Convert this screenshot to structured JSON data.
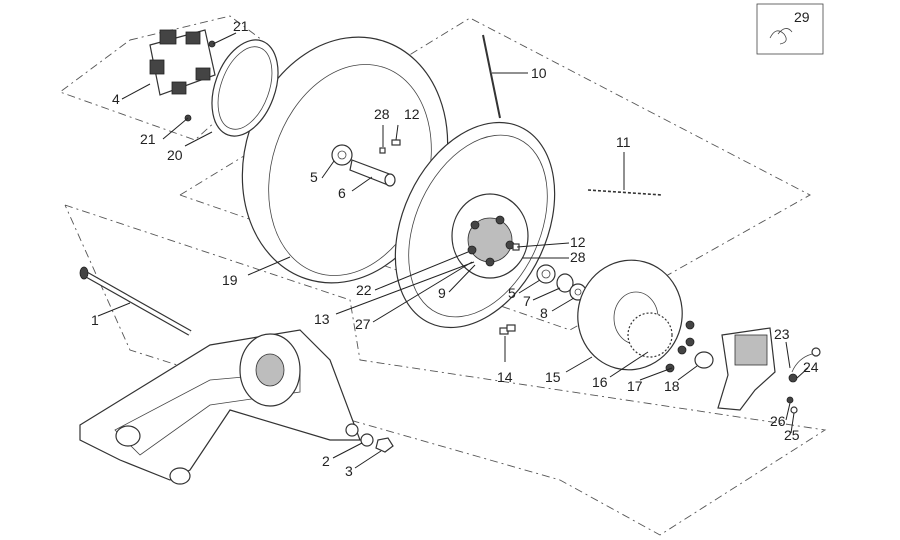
{
  "callouts": {
    "c1": "1",
    "c2": "2",
    "c3": "3",
    "c4": "4",
    "c5a": "5",
    "c5b": "5",
    "c6": "6",
    "c7": "7",
    "c8": "8",
    "c9": "9",
    "c10": "10",
    "c11": "11",
    "c12a": "12",
    "c12b": "12",
    "c13": "13",
    "c14": "14",
    "c15": "15",
    "c16": "16",
    "c17": "17",
    "c18": "18",
    "c19": "19",
    "c20": "20",
    "c21a": "21",
    "c21b": "21",
    "c22": "22",
    "c23": "23",
    "c24": "24",
    "c25": "25",
    "c26": "26",
    "c27": "27",
    "c28a": "28",
    "c28b": "28",
    "c29": "29"
  }
}
